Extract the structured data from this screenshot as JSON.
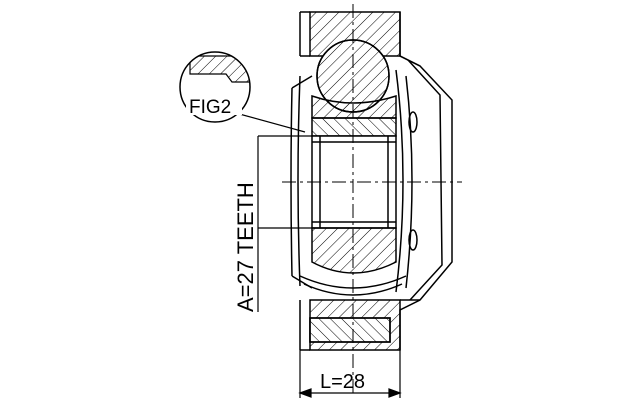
{
  "labels": {
    "fig": "FIG2",
    "teeth": "A=27 TEETH",
    "length": "L=28"
  },
  "colors": {
    "stroke": "#000000",
    "background": "#ffffff"
  }
}
